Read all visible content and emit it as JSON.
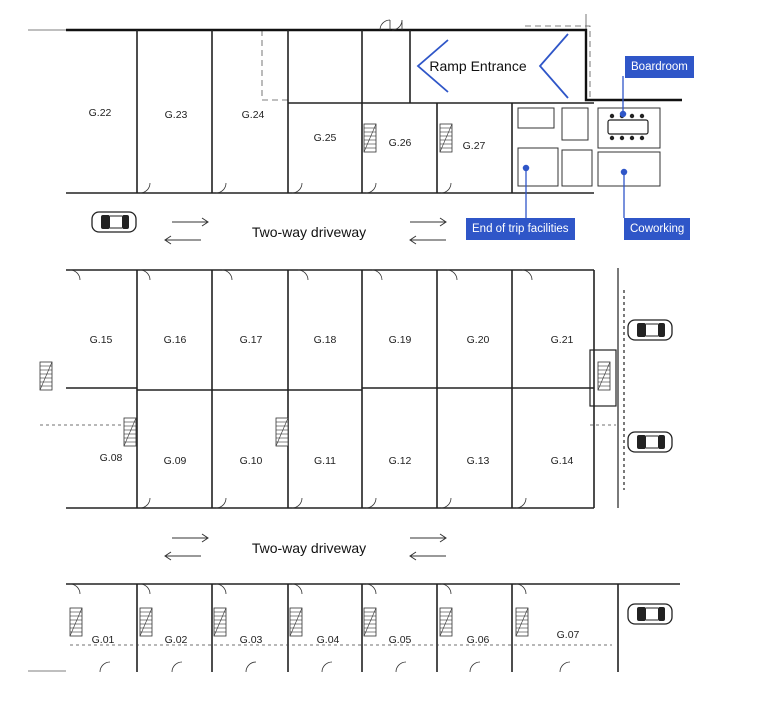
{
  "accent_color": "#2f56c8",
  "ramp_entrance": "Ramp Entrance",
  "driveways": {
    "north": "Two-way driveway",
    "south": "Two-way driveway"
  },
  "callouts": {
    "boardroom": "Boardroom",
    "coworking": "Coworking",
    "end_of_trip": "End of trip facilities"
  },
  "units": {
    "g01": "G.01",
    "g02": "G.02",
    "g03": "G.03",
    "g04": "G.04",
    "g05": "G.05",
    "g06": "G.06",
    "g07": "G.07",
    "g08": "G.08",
    "g09": "G.09",
    "g10": "G.10",
    "g11": "G.11",
    "g12": "G.12",
    "g13": "G.13",
    "g14": "G.14",
    "g15": "G.15",
    "g16": "G.16",
    "g17": "G.17",
    "g18": "G.18",
    "g19": "G.19",
    "g20": "G.20",
    "g21": "G.21",
    "g22": "G.22",
    "g23": "G.23",
    "g24": "G.24",
    "g25": "G.25",
    "g26": "G.26",
    "g27": "G.27"
  },
  "icons": [
    "car-icon",
    "arrow-left-icon",
    "arrow-right-icon",
    "stair-icon",
    "door-icon",
    "table-icon"
  ]
}
